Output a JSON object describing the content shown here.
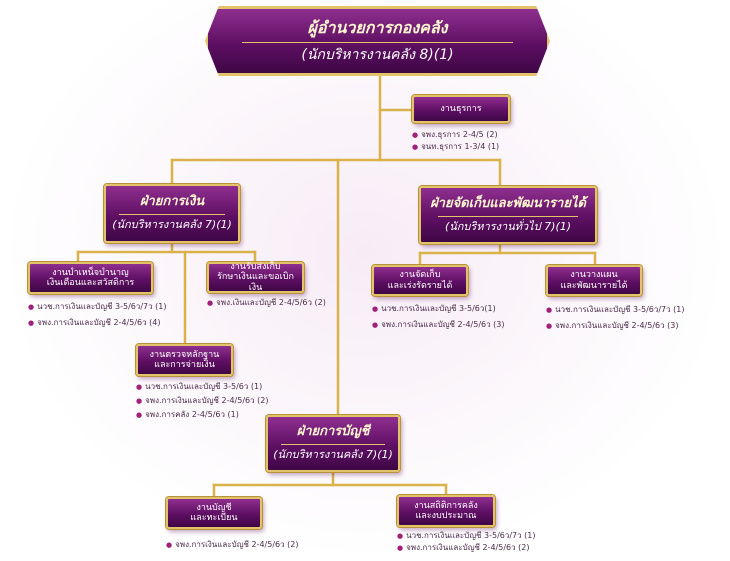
{
  "director": {
    "title": "ผู้อำนวยการกองคลัง",
    "subtitle": "(นักบริหารงานคลัง 8)(1)"
  },
  "admin_unit": {
    "label": "งานธุรการ",
    "staff": [
      "จพง.ธุรการ 2-4/5 (2)",
      "จนท.ธุรการ 1-3/4 (1)"
    ]
  },
  "finance_division": {
    "title": "ฝ่ายการเงิน",
    "subtitle": "(นักบริหารงานคลัง 7)(1)"
  },
  "revenue_division": {
    "title": "ฝ่ายจัดเก็บและพัฒนารายได้",
    "subtitle": "(นักบริหารงานทั่วไป 7)(1)"
  },
  "accounting_division": {
    "title": "ฝ่ายการบัญชี",
    "subtitle": "(นักบริหารงานคลัง 7)(1)"
  },
  "pension_unit": {
    "lines": [
      "งานบำเหน็จบำนาญ",
      "เงินเดือนและสวัสดิการ"
    ],
    "staff": [
      "นวช.การเงินและบัญชี 3-5/6ว/7ว (1)",
      "จพง.การเงินและบัญชี 2-4/5/6ว (4)"
    ]
  },
  "receipt_unit": {
    "lines": [
      "งานรับส่งเก็บ",
      "รักษาเงินและขอเบิกเงิน"
    ],
    "staff": [
      "จพง.เงินและบัญชี 2-4/5/6ว (2)"
    ]
  },
  "audit_unit": {
    "lines": [
      "งานตรวจหลักฐาน",
      "และการจ่ายเงิน"
    ],
    "staff": [
      "นวช.การเงินและบัญชี 3-5/6ว (1)",
      "จพง.การเงินและบัญชี 2-4/5/6ว (2)",
      "จพง.การคลัง 2-4/5/6ว (1)"
    ]
  },
  "collection_unit": {
    "lines": [
      "งานจัดเก็บ",
      "และเร่งรัดรายได้"
    ],
    "staff": [
      "นวช.การเงินและบัญชี 3-5/6ว(1)",
      "จพง.การเงินและบัญชี 2-4/5/6ว (3)"
    ]
  },
  "planning_unit": {
    "lines": [
      "งานวางแผน",
      "และพัฒนารายได้"
    ],
    "staff": [
      "นวช.การเงินและบัญชี 3-5/6ว/7ว (1)",
      "จพง.การเงินและบัญชี 2-4/5/6ว (3)"
    ]
  },
  "ledger_unit": {
    "lines": [
      "งานบัญชี",
      "และทะเบียน"
    ],
    "staff": [
      "จพง.การเงินและบัญชี 2-4/5/6ว (2)"
    ]
  },
  "statistics_unit": {
    "lines": [
      "งานสถิติการคลัง",
      "และงบประมาณ"
    ],
    "staff": [
      "นวช.การเงินและบัญชี 3-5/6ว/7ว (1)",
      "จพง.การเงินและบัญชี 2-4/5/6ว (2)"
    ]
  },
  "colors": {
    "box": "#5e0f63",
    "border": "#e2c36a",
    "line": "#d9b24a"
  }
}
